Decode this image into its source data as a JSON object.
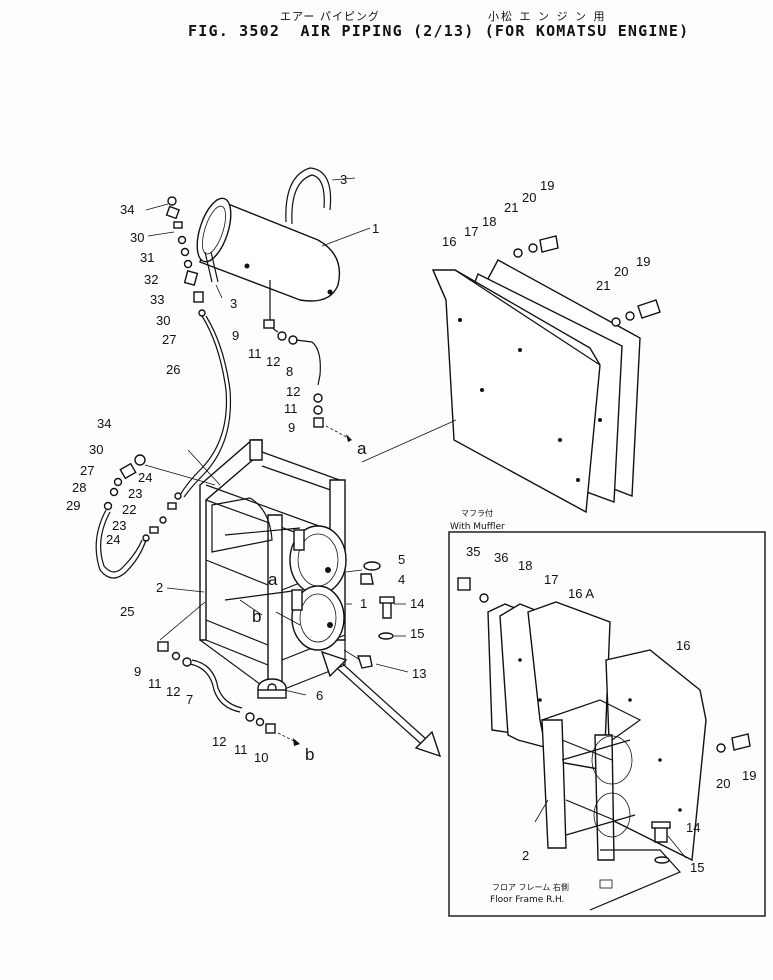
{
  "header": {
    "title_jp_left": "エアー パイピング",
    "title_jp_right": "小松 エ ン ジ ン 用",
    "title_main": "FIG. 3502  AIR PIPING (2/13) (FOR KOMATSU ENGINE)"
  },
  "inset": {
    "caption_jp": "マフラ付",
    "caption_en": "With Muffler",
    "footer_jp": "フロア フレーム 右側",
    "footer_en": "Floor Frame R.H."
  },
  "callouts_main": [
    "34",
    "30",
    "31",
    "32",
    "33",
    "30",
    "27",
    "26",
    "3",
    "1",
    "3",
    "9",
    "11",
    "12",
    "8",
    "12",
    "11",
    "9",
    "a",
    "16",
    "17",
    "18",
    "21",
    "20",
    "19",
    "21",
    "20",
    "19",
    "34",
    "30",
    "27",
    "28",
    "29",
    "24",
    "23",
    "22",
    "23",
    "24",
    "25",
    "2",
    "a",
    "b",
    "5",
    "4",
    "1",
    "14",
    "15",
    "13",
    "9",
    "11",
    "12",
    "7",
    "6",
    "12",
    "11",
    "10",
    "b"
  ],
  "callouts_inset": [
    "35",
    "36",
    "18",
    "17",
    "16 A",
    "16",
    "20",
    "19",
    "14",
    "2",
    "15"
  ]
}
